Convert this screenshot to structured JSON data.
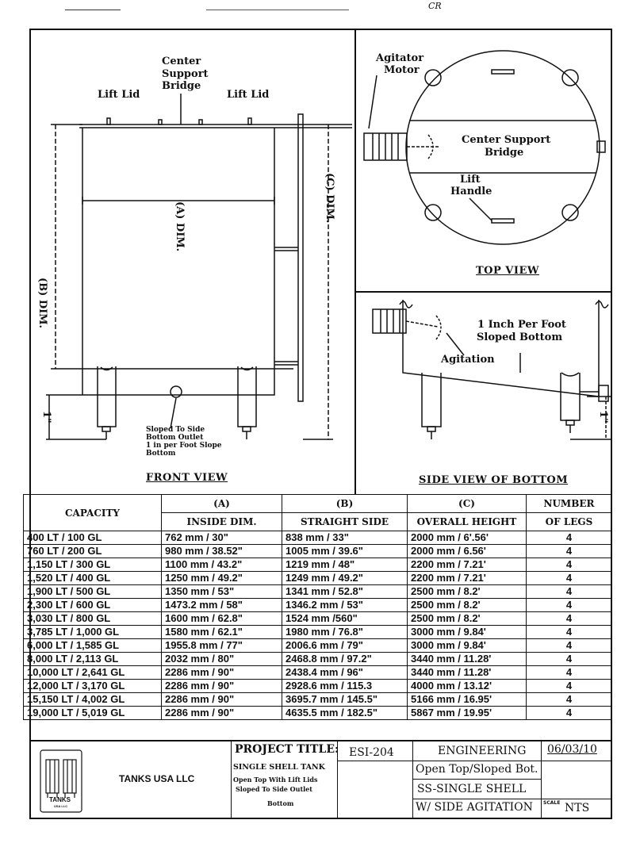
{
  "front_view": {
    "title": "FRONT VIEW",
    "lift_lid_left": "Lift Lid",
    "lift_lid_right": "Lift Lid",
    "center_support_bridge": [
      "Center",
      "Support",
      "Bridge"
    ],
    "dim_a": "(A) DIM.",
    "dim_b": "(B) DIM.",
    "dim_c": "(C) DIM.",
    "dim_one": "1\"",
    "outlet_note": [
      "Sloped To Side",
      "Bottom Outlet",
      "1 in per Foot Slope",
      "Bottom"
    ]
  },
  "top_view": {
    "title": "TOP VIEW",
    "agitator_motor": [
      "Agitator",
      "Motor"
    ],
    "center_support_bridge": [
      "Center Support",
      "Bridge"
    ],
    "lift_handle": [
      "Lift",
      "Handle"
    ]
  },
  "side_view": {
    "title": "SIDE VIEW OF BOTTOM",
    "slope_note": [
      "1 Inch Per Foot",
      "Sloped Bottom"
    ],
    "agitation": "Agitation",
    "dim_one": "1\""
  },
  "table": {
    "headers": {
      "capacity": "CAPACITY",
      "a_top": "(A)",
      "a_bottom": "INSIDE DIM.",
      "b_top": "(B)",
      "b_bottom": "STRAIGHT SIDE",
      "c_top": "(C)",
      "c_bottom": "OVERALL HEIGHT",
      "legs_top": "NUMBER",
      "legs_bottom": "OF LEGS"
    },
    "rows": [
      [
        "400 LT / 100 GL",
        "762 mm / 30\"",
        "838 mm / 33\"",
        "2000 mm / 6'.56'",
        "4"
      ],
      [
        "760 LT / 200 GL",
        "980 mm / 38.52\"",
        "1005 mm / 39.6\"",
        "2000 mm / 6.56'",
        "4"
      ],
      [
        "1,150 LT / 300 GL",
        "1100 mm / 43.2\"",
        "1219 mm / 48\"",
        "2200 mm / 7.21'",
        "4"
      ],
      [
        "1,520 LT / 400 GL",
        "1250 mm / 49.2\"",
        "1249 mm / 49.2\"",
        "2200 mm / 7.21'",
        "4"
      ],
      [
        "1,900 LT / 500 GL",
        "1350 mm / 53\"",
        "1341 mm / 52.8\"",
        "2500 mm / 8.2'",
        "4"
      ],
      [
        "2,300 LT / 600 GL",
        "1473.2 mm / 58\"",
        "1346.2 mm / 53\"",
        "2500 mm / 8.2'",
        "4"
      ],
      [
        "3,030 LT / 800 GL",
        "1600 mm / 62.8\"",
        "1524 mm /560\"",
        "2500 mm / 8.2'",
        "4"
      ],
      [
        "3,785 LT / 1,000 GL",
        "1580 mm / 62.1\"",
        "1980 mm / 76.8\"",
        "3000 mm / 9.84'",
        "4"
      ],
      [
        "6,000 LT / 1,585 GL",
        "1955.8 mm / 77\"",
        "2006.6 mm / 79\"",
        "3000 mm / 9.84'",
        "4"
      ],
      [
        "8,000 LT / 2,113 GL",
        "2032 mm / 80\"",
        "2468.8 mm / 97.2\"",
        "3440 mm / 11.28'",
        "4"
      ],
      [
        "10,000 LT / 2,641 GL",
        "2286 mm / 90\"",
        "2438.4 mm / 96\"",
        "3440 mm / 11.28'",
        "4"
      ],
      [
        "12,000 LT / 3,170 GL",
        "2286 mm / 90\"",
        "2928.6 mm / 115.3",
        "4000 mm / 13.12'",
        "4"
      ],
      [
        "15,150 LT / 4,002 GL",
        "2286 mm / 90\"",
        "3695.7 mm / 145.5\"",
        "5166 mm / 16.95'",
        "4"
      ],
      [
        "19,000 LT / 5,019 GL",
        "2286 mm / 90\"",
        "4635.5 mm / 182.5\"",
        "5867 mm / 19.95'",
        "4"
      ]
    ]
  },
  "title_block": {
    "company": "TANKS USA LLC",
    "logo_text": "TANKS",
    "logo_sub": "USA LLC",
    "project_title_label": "PROJECT TITLE:",
    "project_lines": [
      "SINGLE SHELL TANK",
      "Open Top With Lift Lids",
      "Sloped To Side Outlet",
      "Bottom"
    ],
    "drawing_no": "ESI-204",
    "dept": "ENGINEERING",
    "date": "06/03/10",
    "desc1": "Open Top/Sloped Bot.",
    "desc2": "SS-SINGLE SHELL",
    "desc3": "W/ SIDE AGITATION",
    "scale_label": "SCALE",
    "scale": "NTS"
  },
  "corner_mark": "CR"
}
